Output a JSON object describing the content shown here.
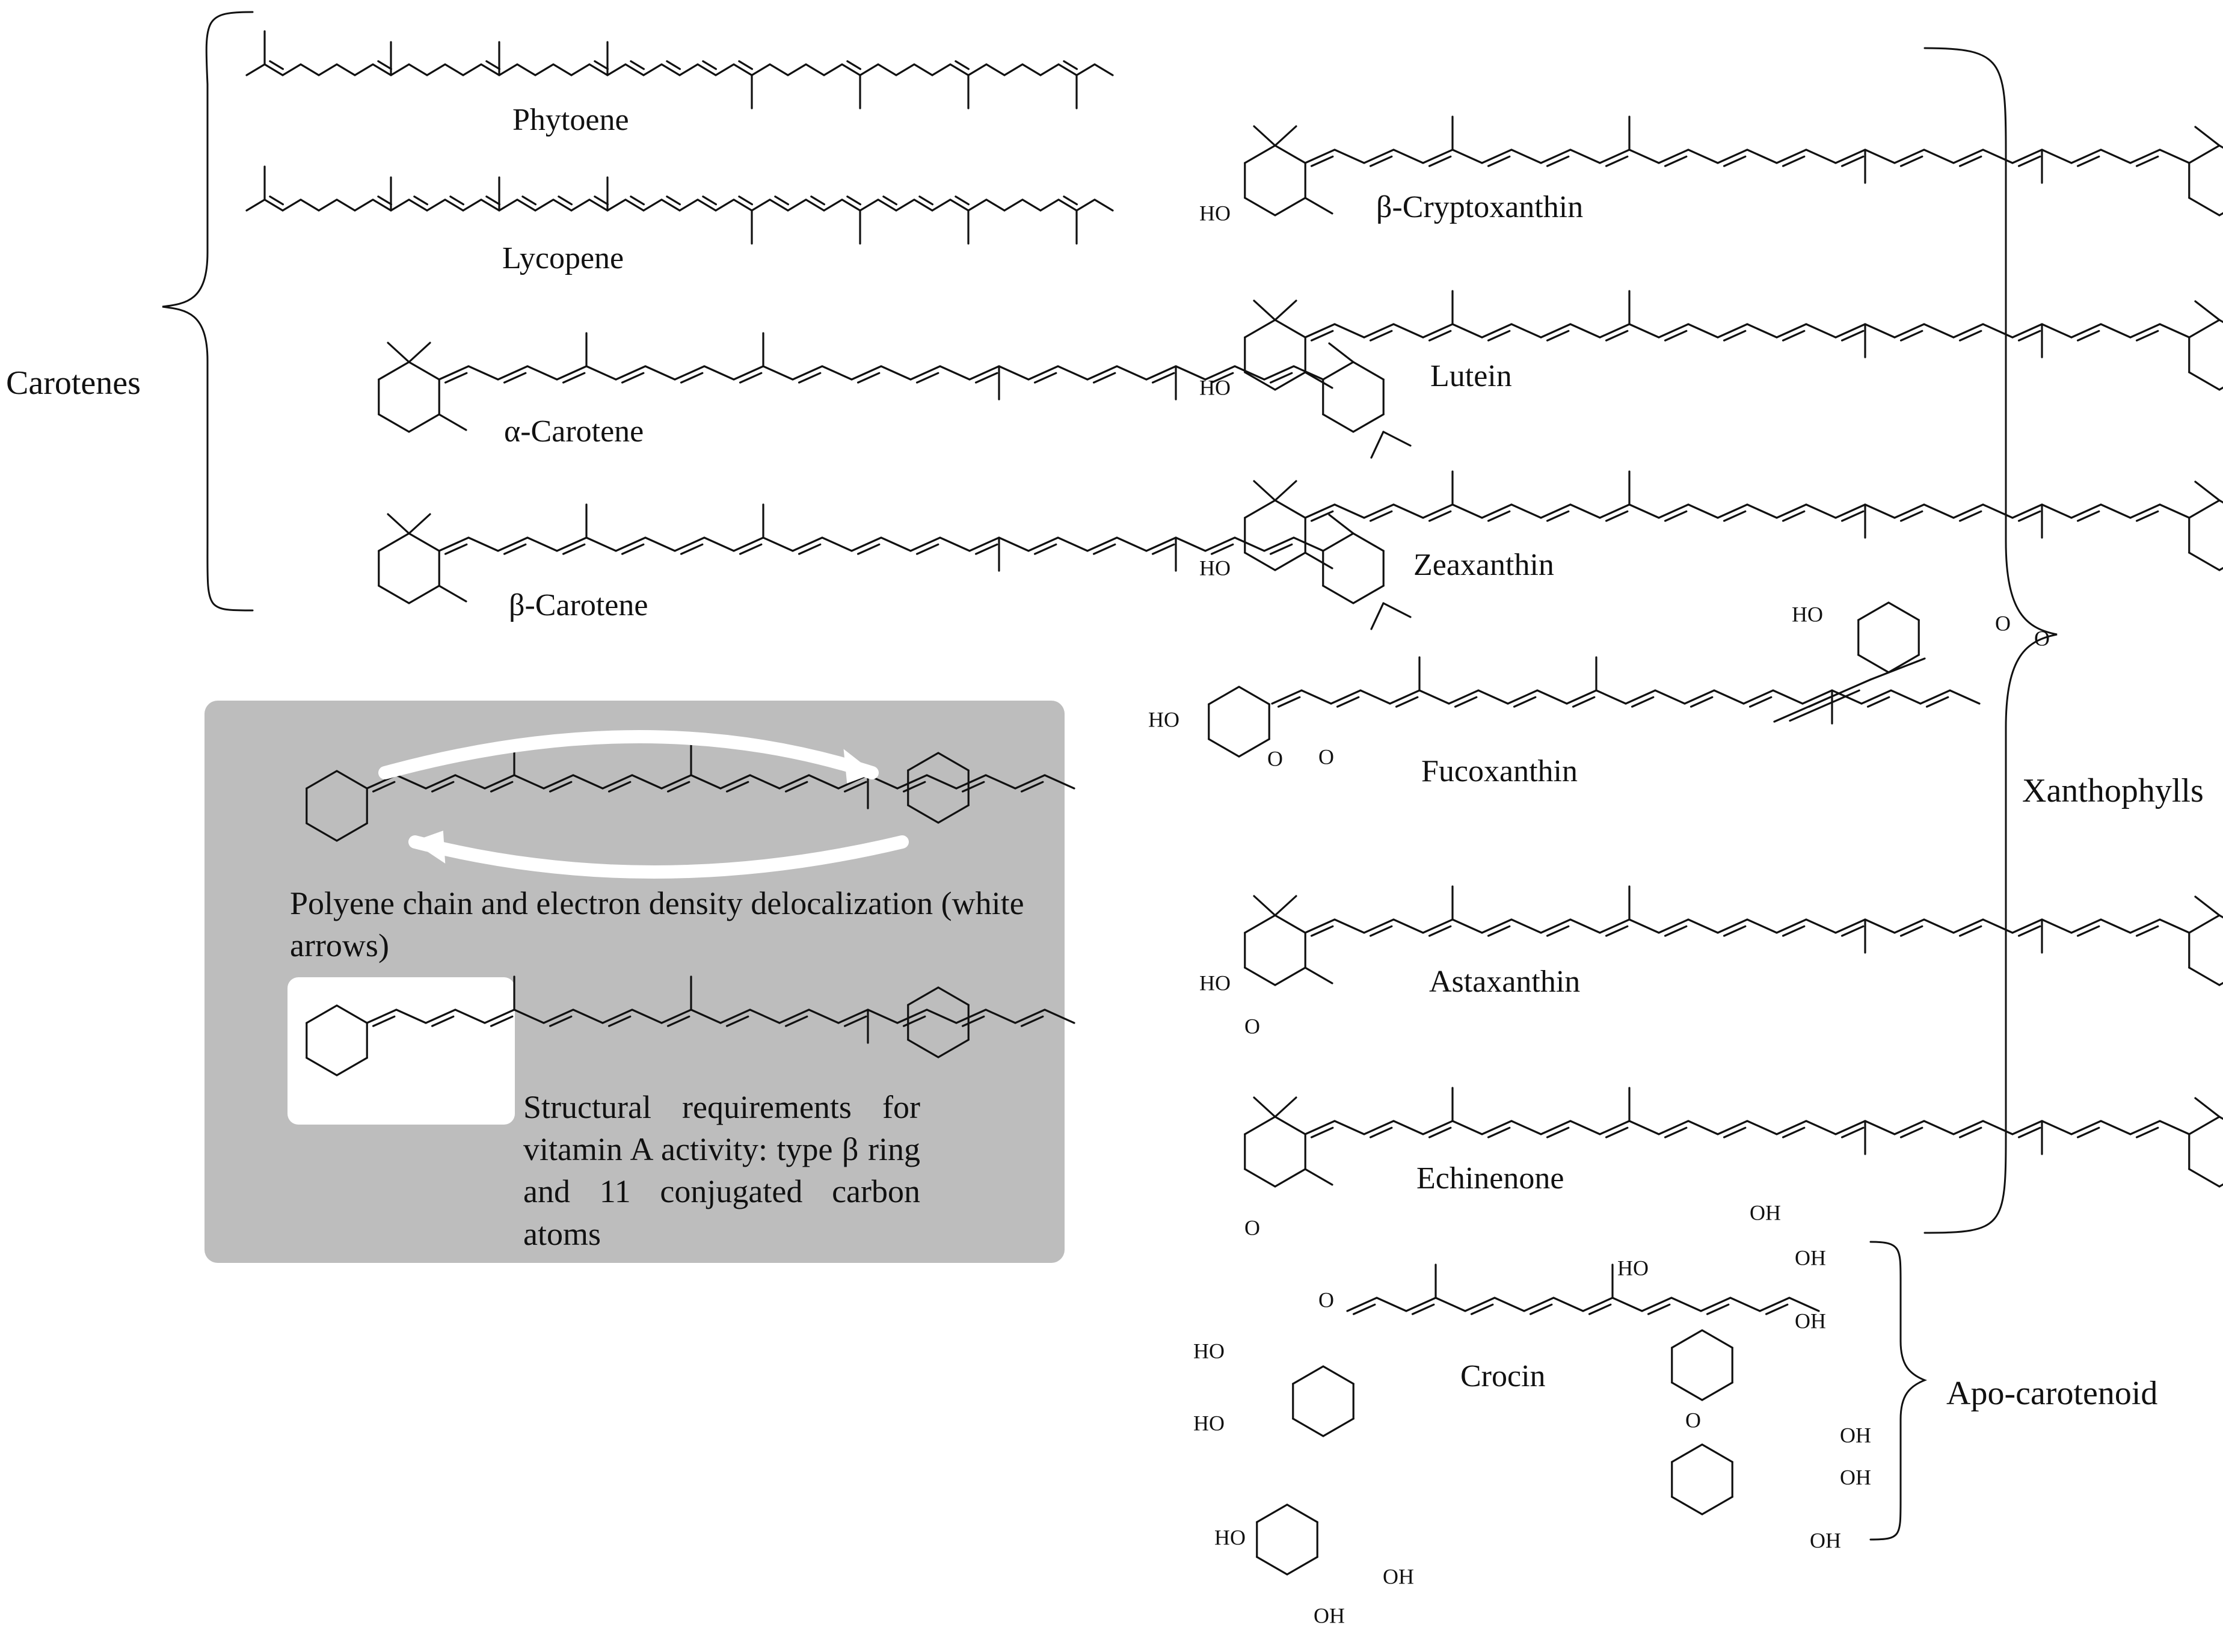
{
  "groups": {
    "carotenes": "Carotenes",
    "xanthophylls": "Xanthophylls",
    "apo": "Apo-carotenoid"
  },
  "molecules": {
    "phytoene": "Phytoene",
    "lycopene": "Lycopene",
    "alpha_carotene": "α-Carotene",
    "beta_carotene": "β-Carotene",
    "beta_cryptoxanthin": "β-Cryptoxanthin",
    "lutein": "Lutein",
    "zeaxanthin": "Zeaxanthin",
    "fucoxanthin": "Fucoxanthin",
    "astaxanthin": "Astaxanthin",
    "echinenone": "Echinenone",
    "crocin": "Crocin"
  },
  "atoms": {
    "oh": "OH",
    "ho": "HO",
    "o": "O"
  },
  "panel": {
    "delocalization": "Polyene chain and electron density delocalization (white arrows)",
    "requirements": "Structural requirements for vitamin A activity: type β ring and 11 conjugated carbon atoms"
  }
}
